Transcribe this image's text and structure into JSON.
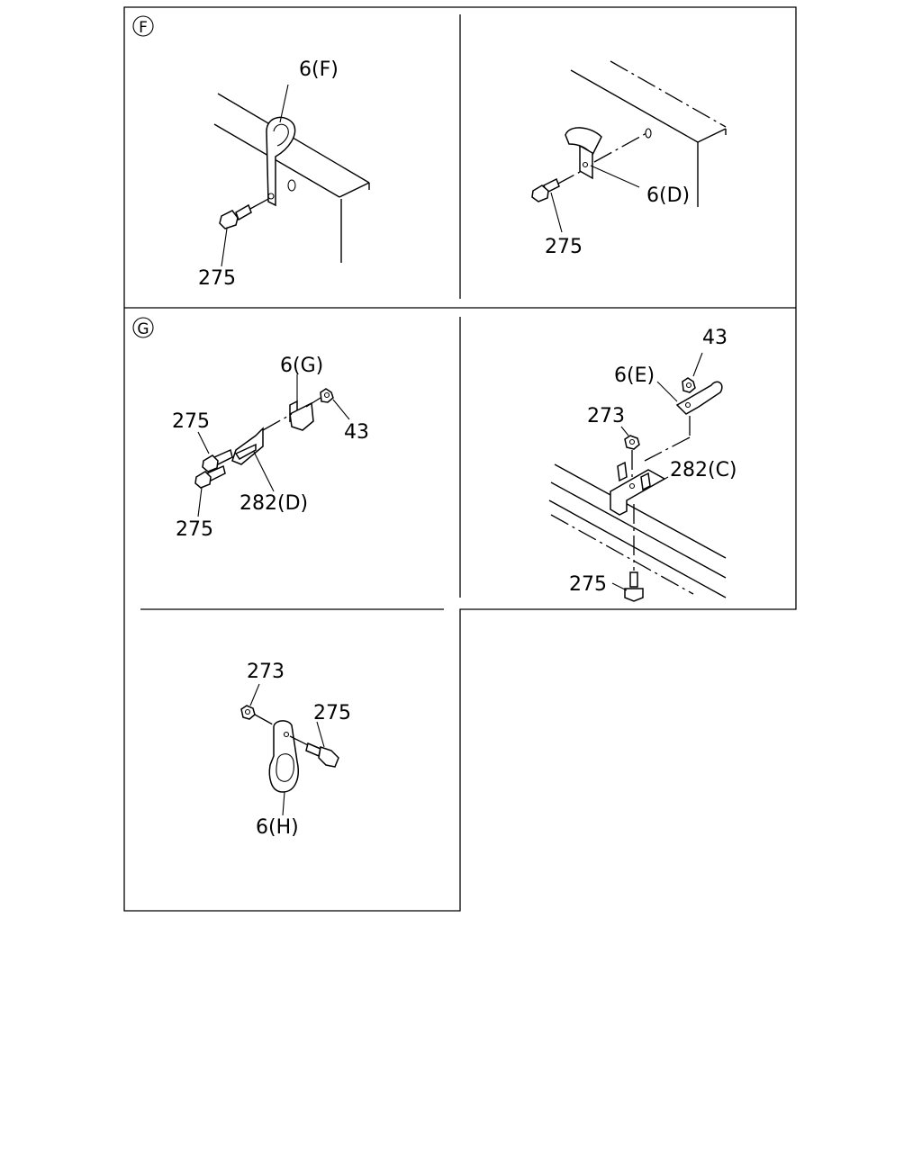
{
  "sections": {
    "f": {
      "marker": "F"
    },
    "g": {
      "marker": "G"
    }
  },
  "labels": {
    "f_left_bracket": "6(F)",
    "f_left_bolt": "275",
    "f_right_bracket": "6(D)",
    "f_right_bolt": "275",
    "g_left_bracket": "6(G)",
    "g_left_nut": "43",
    "g_left_bolt_top": "275",
    "g_left_bolt_bottom": "275",
    "g_left_plate": "282(D)",
    "g_right_nut_top": "43",
    "g_right_bracket": "6(E)",
    "g_right_nut": "273",
    "g_right_plate": "282(C)",
    "g_right_bolt": "275",
    "h_nut": "273",
    "h_bolt": "275",
    "h_bracket": "6(H)"
  }
}
